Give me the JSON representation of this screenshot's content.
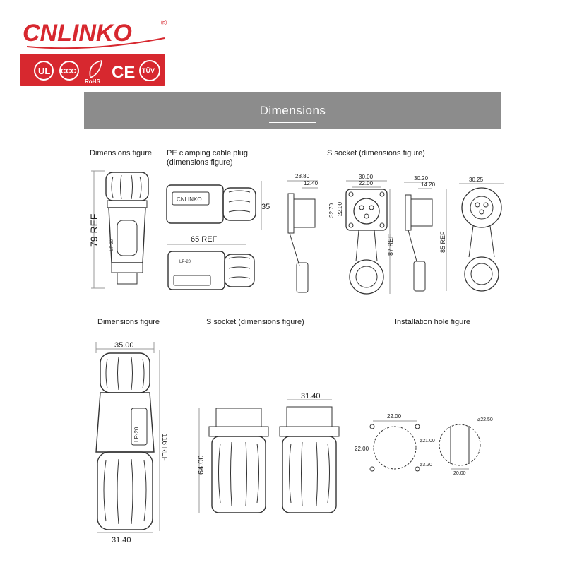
{
  "brand": {
    "name": "CNLINKO",
    "registered": "®",
    "cert_ul": "UL",
    "cert_ccc": "CCC",
    "cert_rohs": "RoHS",
    "cert_ce": "CE",
    "cert_tuv": "TÜV",
    "red": "#d7282f"
  },
  "header": {
    "title": "Dimensions",
    "bar_color": "#8c8c8c"
  },
  "sections": {
    "top_left": "Dimensions figure",
    "top_plug_line1": "PE clamping cable plug",
    "top_plug_line2": "(dimensions figure)",
    "top_socket": "S socket (dimensions figure)",
    "bottom_left": "Dimensions figure",
    "bottom_socket": "S socket (dimensions figure)",
    "bottom_hole": "Installation hole figure"
  },
  "dims": {
    "ref79": "79 REF",
    "d35": "35",
    "ref65": "65 REF",
    "d2880": "28.80",
    "d1240": "12.40",
    "d3000": "30.00",
    "d2200a": "22.00",
    "d3270": "32.70",
    "d2200b": "22.00",
    "ref87": "87 REF",
    "d3020": "30.20",
    "d1420": "14.20",
    "d3025": "30.25",
    "ref85": "85 REF",
    "d3500": "35.00",
    "ref116": "116 REF",
    "d3140a": "31.40",
    "d6400": "64.00",
    "d3140b": "31.40",
    "h2200a": "22.00",
    "h2200b": "22.00",
    "h2100": "⌀21.00",
    "h320": "⌀3.20",
    "h2250": "⌀22.50",
    "h2000": "20.00"
  },
  "prints": {
    "lp20": "LP-20",
    "logo_small": "CNLINKO"
  }
}
